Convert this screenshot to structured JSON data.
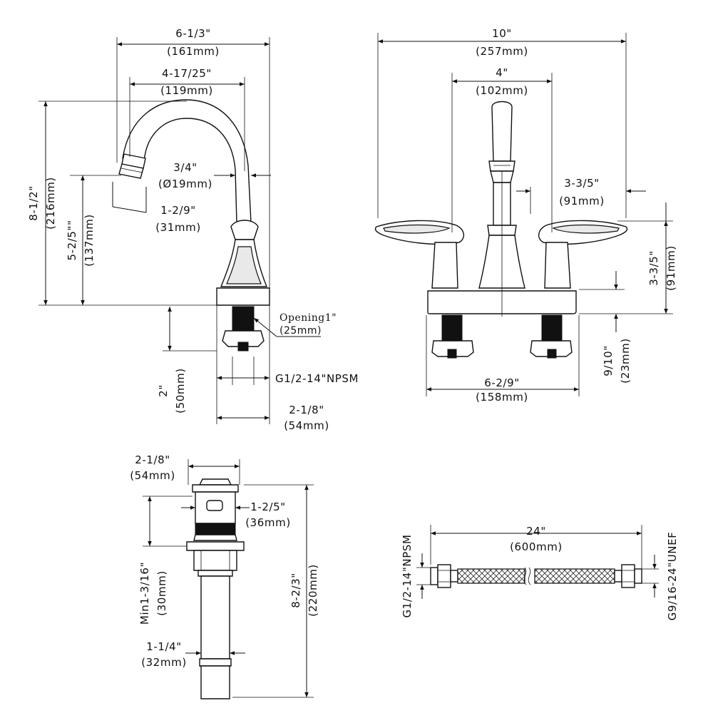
{
  "side_view": {
    "total_width": {
      "in": "6-1/3\"",
      "mm": "(161mm)"
    },
    "reach": {
      "in": "4-17/25\"",
      "mm": "(119mm)"
    },
    "spout_dia": {
      "in": "3/4\"",
      "mm": "(Ø19mm)"
    },
    "aerator": {
      "in": "1-2/9\"",
      "mm": "(31mm)"
    },
    "total_height": {
      "in": "8-1/2\"",
      "mm": "(216mm)"
    },
    "spout_height": {
      "in": "5-2/5\"\"",
      "mm": "(137mm)"
    },
    "opening": {
      "in": "Opening1\"",
      "mm": "(25mm)"
    },
    "thread": "G1/2-14\"NPSM",
    "shank_length": {
      "in": "2\"",
      "mm": "(50mm)"
    },
    "base_width": {
      "in": "2-1/8\"",
      "mm": "(54mm)"
    }
  },
  "front_view": {
    "total_width": {
      "in": "10\"",
      "mm": "(257mm)"
    },
    "centers": {
      "in": "4\"",
      "mm": "(102mm)"
    },
    "handle_offset": {
      "in": "3-3/5\"",
      "mm": "(91mm)"
    },
    "handle_height": {
      "in": "3-3/5\"",
      "mm": "(91mm)"
    },
    "base_height": {
      "in": "9/10\"",
      "mm": "(23mm)"
    },
    "base_length": {
      "in": "6-2/9\"",
      "mm": "(158mm)"
    }
  },
  "drain_view": {
    "flange_width": {
      "in": "2-1/8\"",
      "mm": "(54mm)"
    },
    "body_dia": {
      "in": "1-2/5\"",
      "mm": "(36mm)"
    },
    "min_thickness": {
      "in": "Min1-3/16\"",
      "mm": "(30mm)"
    },
    "total_length": {
      "in": "8-2/3\"",
      "mm": "(220mm)"
    },
    "tail_dia": {
      "in": "1-1/4\"",
      "mm": "(32mm)"
    }
  },
  "hose_view": {
    "length": {
      "in": "24\"",
      "mm": "(600mm)"
    },
    "left_thread": "G1/2-14\"NPSM",
    "right_thread": "G9/16-24\"UNEF"
  }
}
